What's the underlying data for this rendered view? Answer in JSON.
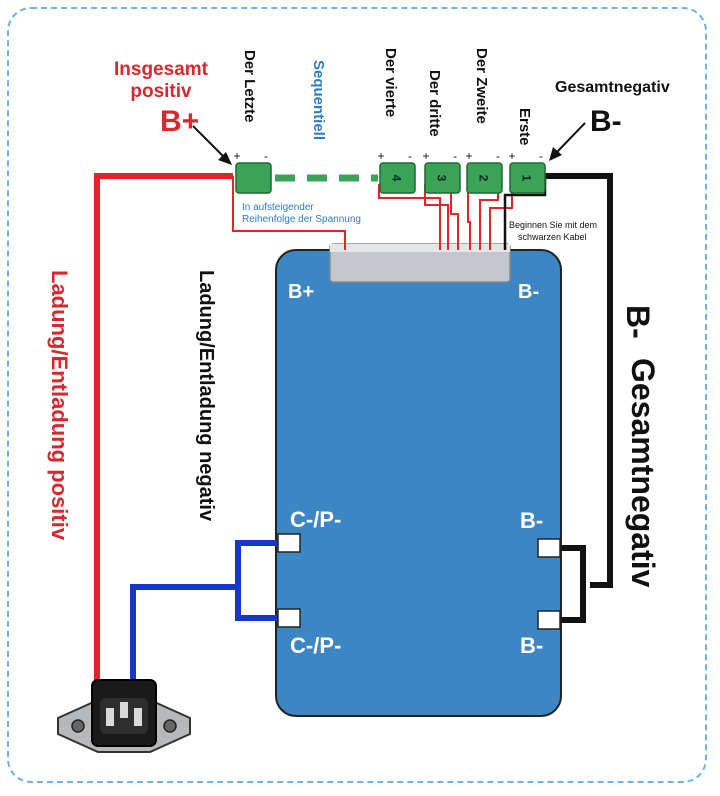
{
  "labels": {
    "insgesamt_line1": "Insgesamt",
    "insgesamt_line2": "positiv",
    "bplus_top": "B+",
    "bminus_top": "B-",
    "gesamtnegativ_top": "Gesamtnegativ",
    "sequentiell": "Sequentiell",
    "col_letzte": "Der Letzte",
    "col_vierte": "Der vierte",
    "col_dritte": "Der dritte",
    "col_zweite": "Der Zweite",
    "col_erste": "Erste",
    "note_aufsteigend_1": "In aufsteigender",
    "note_aufsteigend_2": "Reihenfolge der Spannung",
    "note_beginnen_1": "Beginnen Sie mit dem",
    "note_beginnen_2": "schwarzen Kabel",
    "board_bplus": "B+",
    "board_bminus": "B-",
    "board_cp1": "C-/P-",
    "board_cp2": "C-/P-",
    "board_b_mid": "B-",
    "board_b_low": "B-",
    "left_vertical": "Ladung/Entladung positiv",
    "center_vertical": "Ladung/Entladung negativ",
    "right_bminus": "B-",
    "right_vertical": "Gesamtnegativ",
    "plus": "+",
    "minus": "-",
    "cell_4": "4",
    "cell_3": "3",
    "cell_2": "2",
    "cell_1": "1"
  },
  "colors": {
    "red_wire": "#e0262b",
    "blue_wire": "#1538c9",
    "black_wire": "#111111",
    "board_fill": "#3d86c4",
    "connector_green": "#3aa356",
    "label_red": "#d6282d",
    "label_blue": "#2e7cc0"
  }
}
